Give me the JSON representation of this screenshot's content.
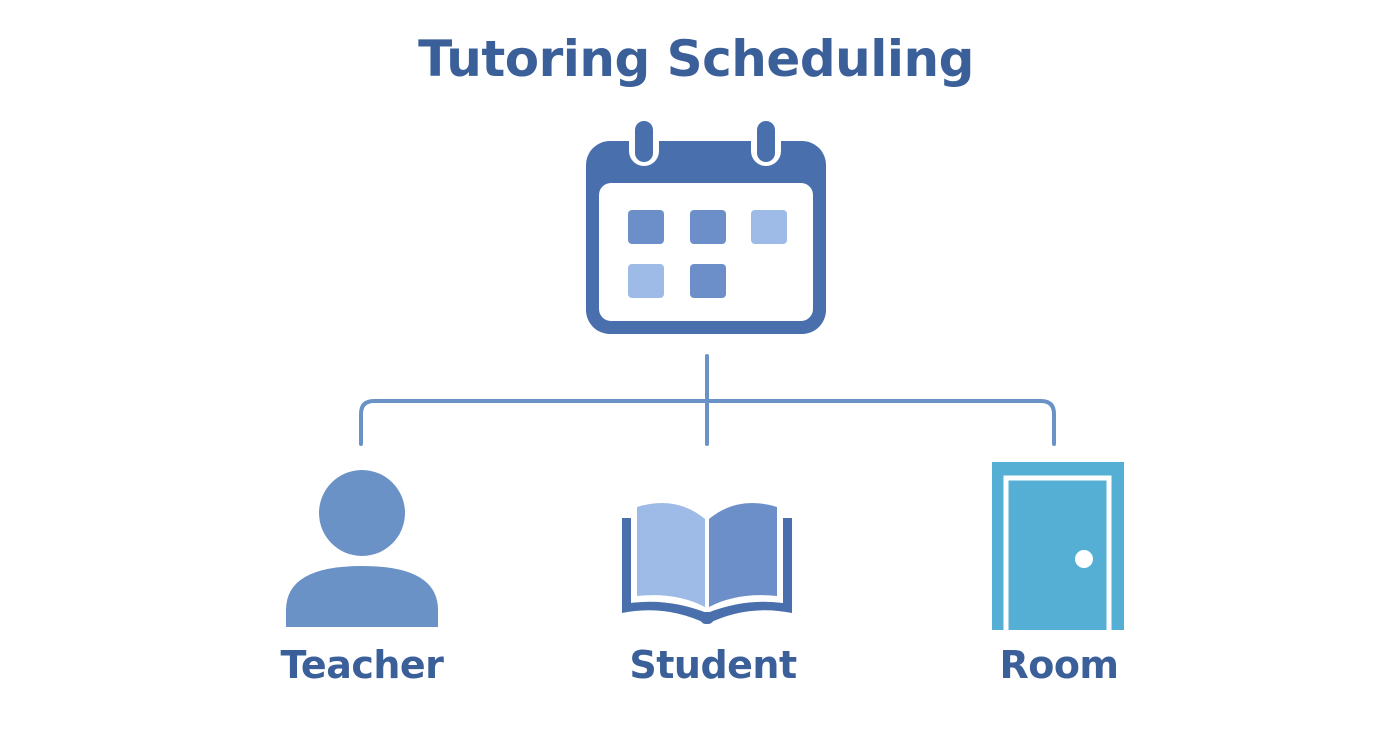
{
  "diagram": {
    "title": "Tutoring Scheduling",
    "root": {
      "icon": "calendar-icon"
    },
    "children": [
      {
        "label": "Teacher",
        "icon": "person-icon"
      },
      {
        "label": "Student",
        "icon": "open-book-icon"
      },
      {
        "label": "Room",
        "icon": "door-icon"
      }
    ]
  },
  "colors": {
    "title_text": "#3a5f99",
    "calendar": "#4a6fad",
    "connector": "#6b92c6",
    "person": "#6b92c6",
    "book_light": "#9dbbe6",
    "book_mid": "#6d8fc9",
    "book_dark": "#4a6fad",
    "door": "#55afd4"
  }
}
